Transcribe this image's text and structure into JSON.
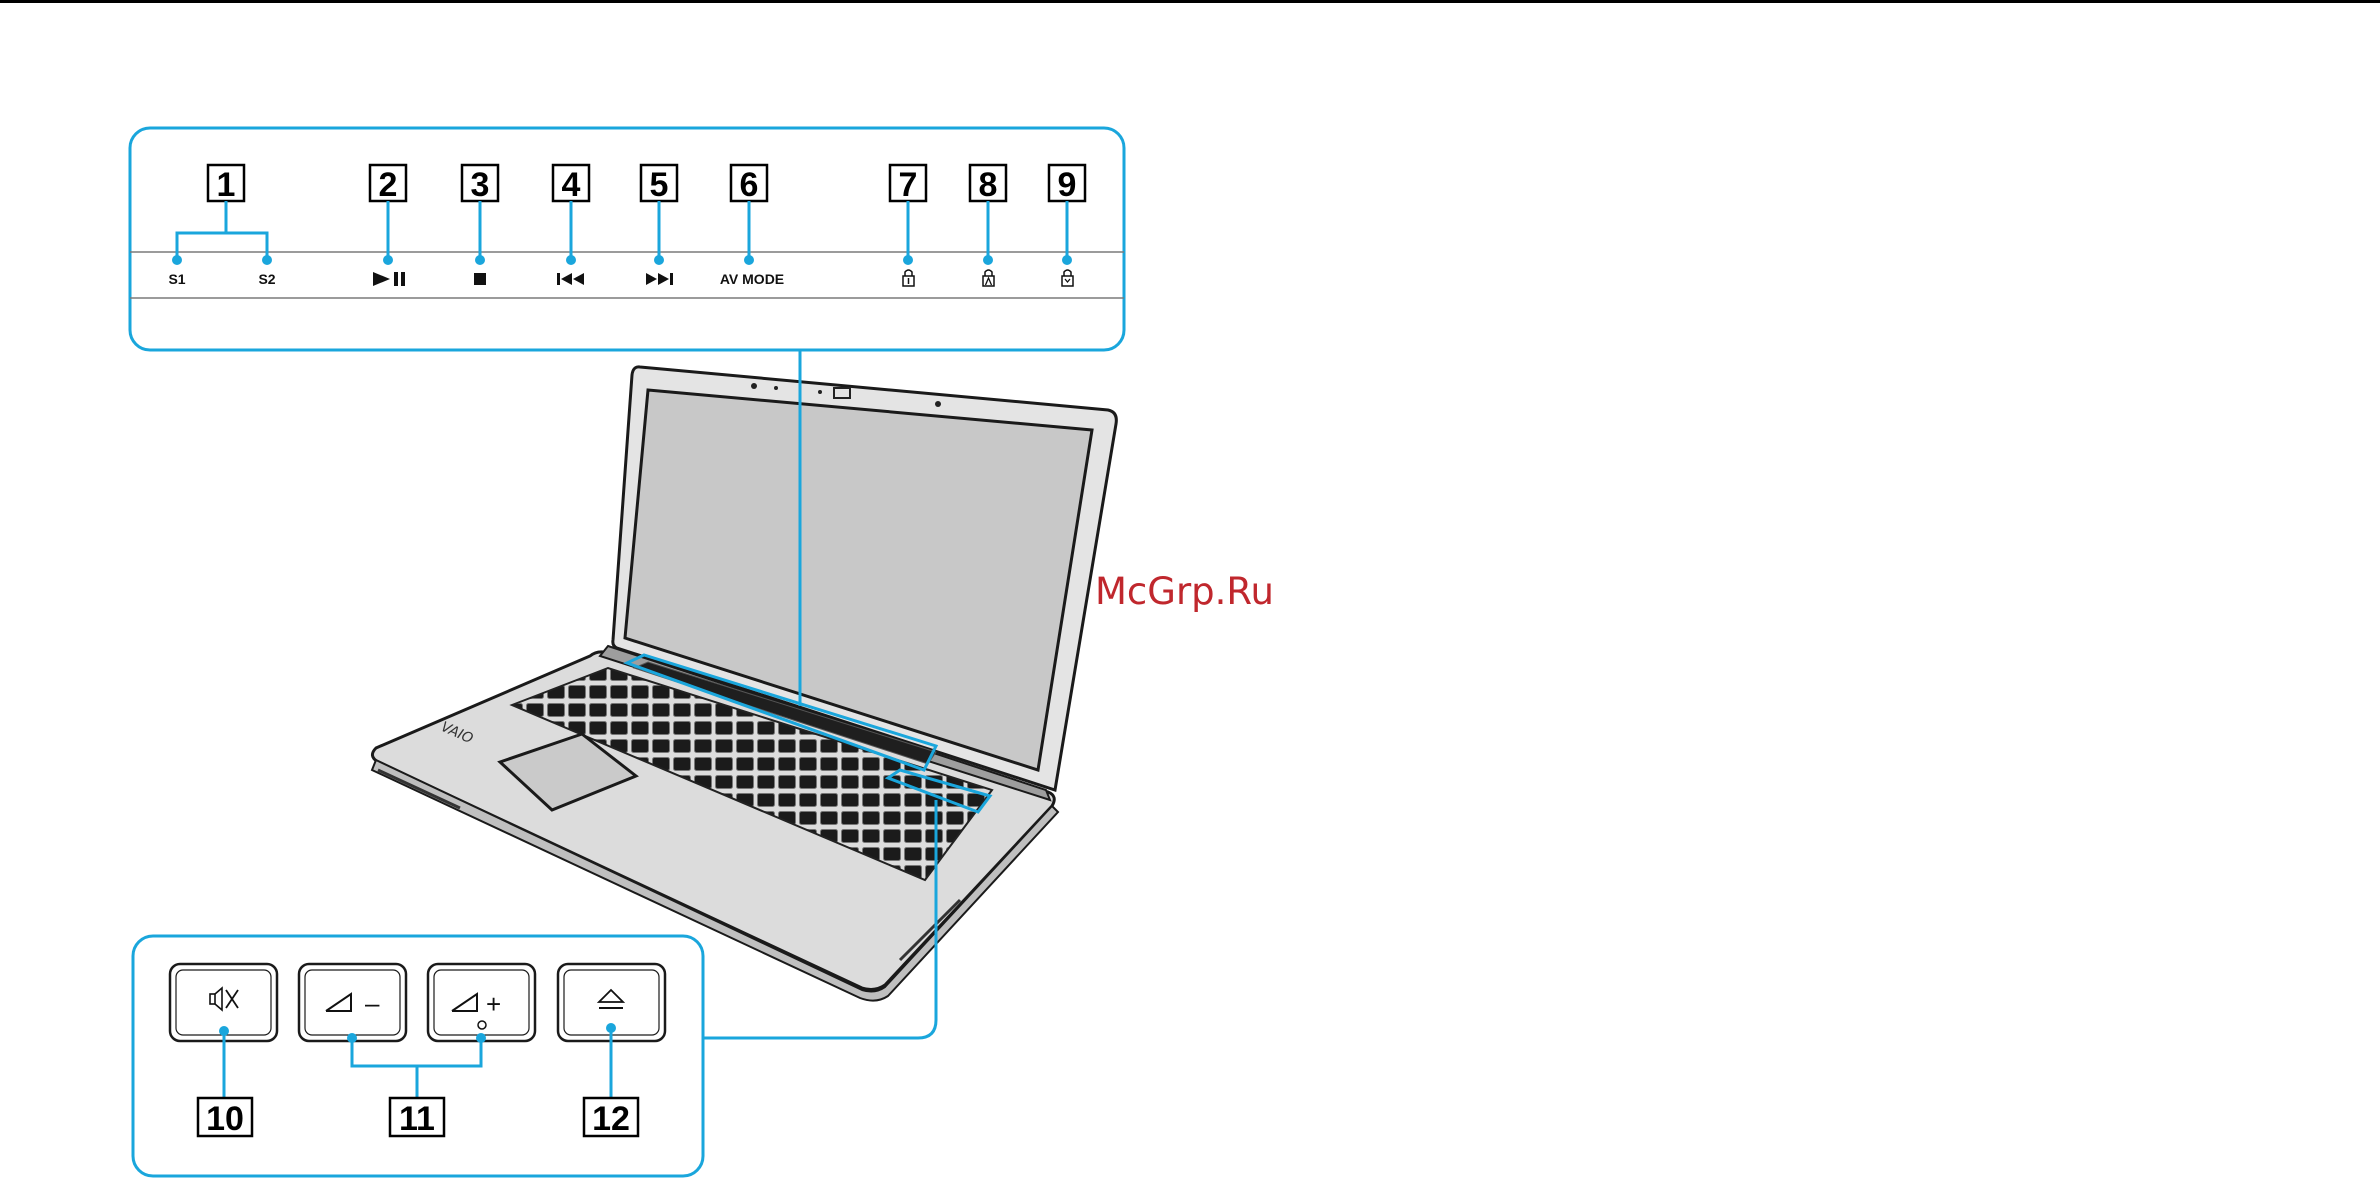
{
  "watermark": "McGrp.Ru",
  "colors": {
    "callout_line": "#1aa6dc",
    "frame": "#1aa6dc",
    "laptop_body": "#d6d6d6",
    "screen": "#c9c9c9",
    "watermark": "#c0272d"
  },
  "top_strip": {
    "buttons": [
      {
        "number": "1",
        "label": "S1"
      },
      {
        "label": "S2"
      },
      {
        "number": "2",
        "label": "",
        "icon": "play-pause-icon"
      },
      {
        "number": "3",
        "label": "",
        "icon": "stop-icon"
      },
      {
        "number": "4",
        "label": "",
        "icon": "previous-track-icon"
      },
      {
        "number": "5",
        "label": "",
        "icon": "next-track-icon"
      },
      {
        "number": "6",
        "label": "AV MODE"
      },
      {
        "number": "7",
        "label": "",
        "icon": "num-lock-icon"
      },
      {
        "number": "8",
        "label": "",
        "icon": "caps-lock-icon"
      },
      {
        "number": "9",
        "label": "",
        "icon": "scroll-lock-icon"
      }
    ]
  },
  "bottom_panel": {
    "keys": [
      {
        "icon": "mute-icon"
      },
      {
        "icon": "volume-down-icon",
        "symbol": "–"
      },
      {
        "icon": "volume-up-icon",
        "symbol": "+"
      },
      {
        "icon": "eject-icon"
      }
    ],
    "callouts": [
      "10",
      "11",
      "12"
    ]
  }
}
